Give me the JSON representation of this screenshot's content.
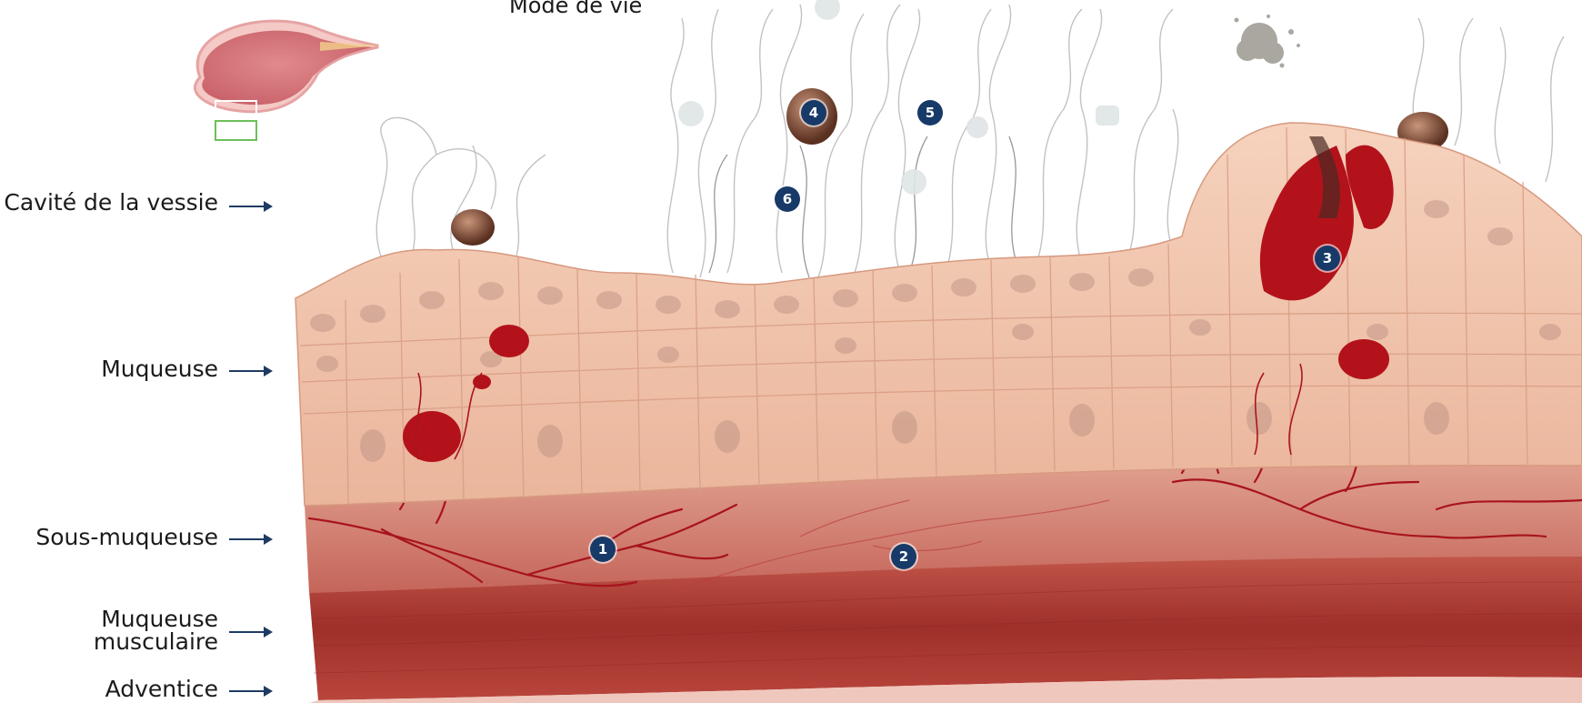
{
  "top_label": "Mode de vie",
  "layers": [
    {
      "id": "cavite",
      "lines": [
        "Cavité de la vessie"
      ]
    },
    {
      "id": "muqueuse",
      "lines": [
        "Muqueuse"
      ]
    },
    {
      "id": "sous-muqueuse",
      "lines": [
        "Sous-muqueuse"
      ]
    },
    {
      "id": "musculaire",
      "lines": [
        "Muqueuse",
        "musculaire"
      ]
    },
    {
      "id": "adventice",
      "lines": [
        "Adventice"
      ]
    }
  ],
  "markers": [
    "1",
    "2",
    "3",
    "4",
    "5",
    "6"
  ],
  "colors": {
    "marker": "#173a68",
    "arrow": "#1f3b63",
    "cell": "#f1c3a8",
    "blood": "#b3121b",
    "submucosa": "#c86a5c",
    "muscle": "#a8372f"
  }
}
